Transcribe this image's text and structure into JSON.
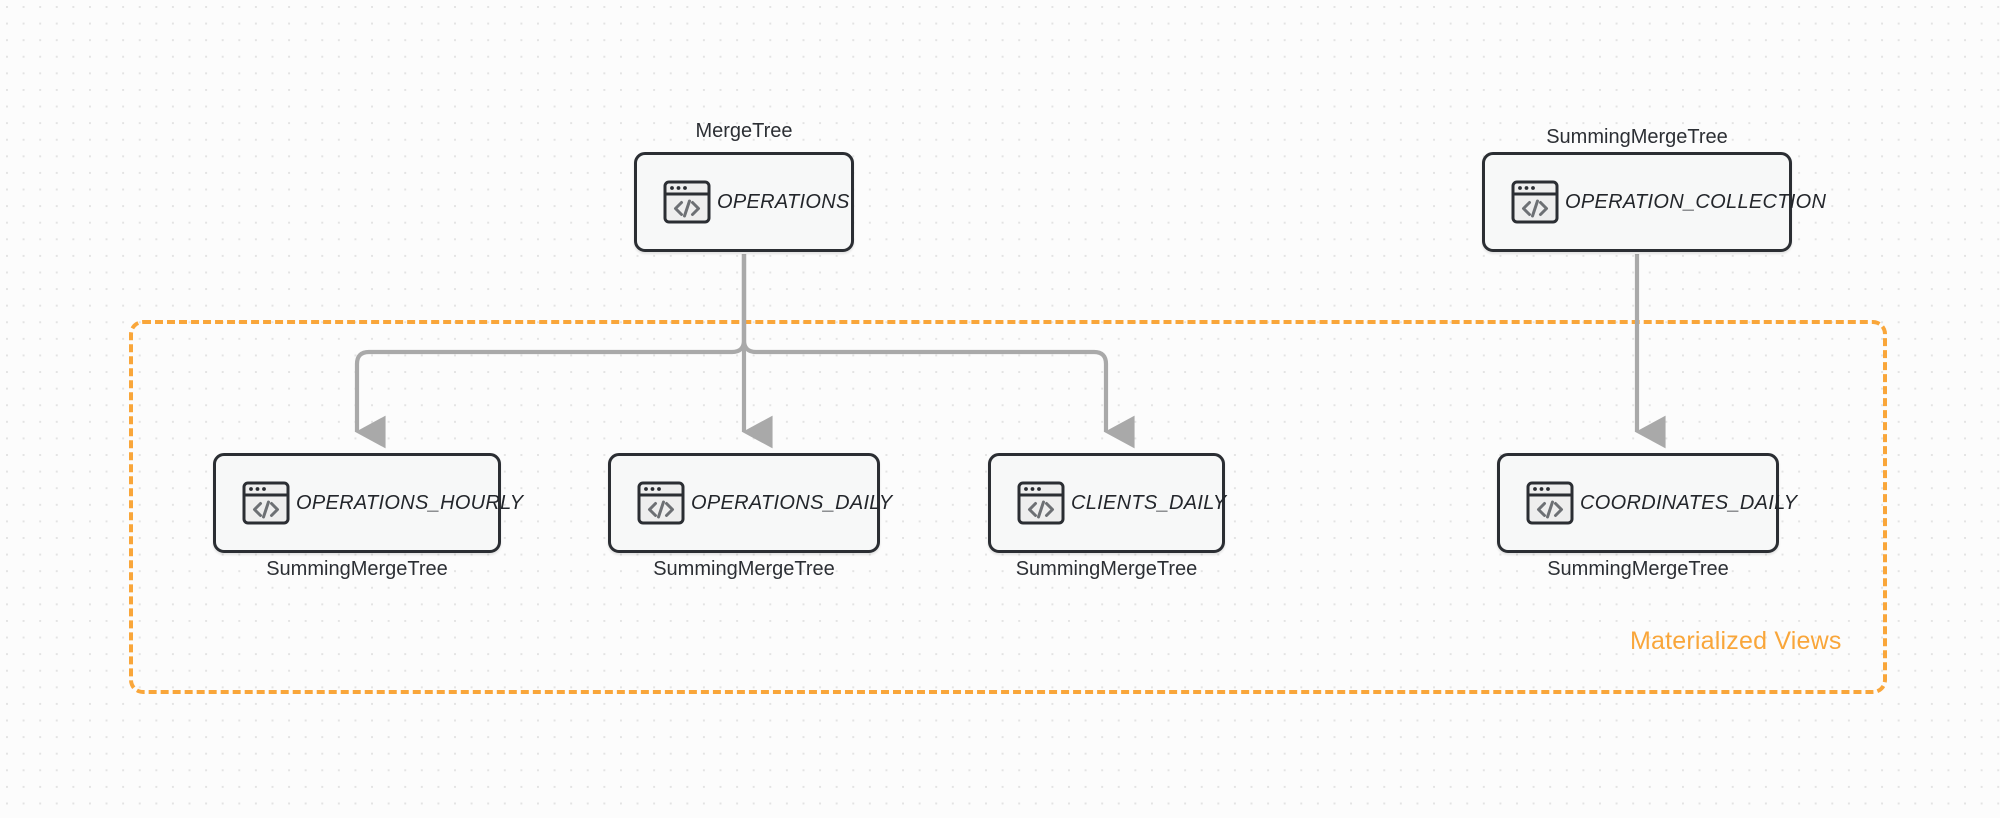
{
  "diagram": {
    "title": "ClickHouse table and materialized view topology",
    "colors": {
      "accent_orange": "#f9a63a",
      "node_border": "#2b2e33",
      "node_fill": "#f7f8f8",
      "connector_gray": "#a9a9a9",
      "text_dark": "#23262b",
      "canvas": "#fcfcfc",
      "grid_dot": "#e3e3e3"
    },
    "group": {
      "label": "Materialized Views"
    },
    "source_nodes": [
      {
        "id": "operations",
        "name": "OPERATIONS",
        "engine": "MergeTree",
        "icon": "code-window-icon"
      },
      {
        "id": "operation_collection",
        "name": "OPERATION_COLLECTION",
        "engine": "SummingMergeTree",
        "icon": "code-window-icon"
      }
    ],
    "view_nodes": [
      {
        "id": "operations_hourly",
        "name": "OPERATIONS_HOURLY",
        "engine": "SummingMergeTree",
        "icon": "code-window-icon"
      },
      {
        "id": "operations_daily",
        "name": "OPERATIONS_DAILY",
        "engine": "SummingMergeTree",
        "icon": "code-window-icon"
      },
      {
        "id": "clients_daily",
        "name": "CLIENTS_DAILY",
        "engine": "SummingMergeTree",
        "icon": "code-window-icon"
      },
      {
        "id": "coordinates_daily",
        "name": "COORDINATES_DAILY",
        "engine": "SummingMergeTree",
        "icon": "code-window-icon"
      }
    ],
    "edges": [
      {
        "from": "operations",
        "to": "operations_hourly",
        "style": "elbow-arrow"
      },
      {
        "from": "operations",
        "to": "operations_daily",
        "style": "straight-arrow"
      },
      {
        "from": "operations",
        "to": "clients_daily",
        "style": "elbow-arrow"
      },
      {
        "from": "operation_collection",
        "to": "coordinates_daily",
        "style": "straight-arrow"
      }
    ]
  }
}
